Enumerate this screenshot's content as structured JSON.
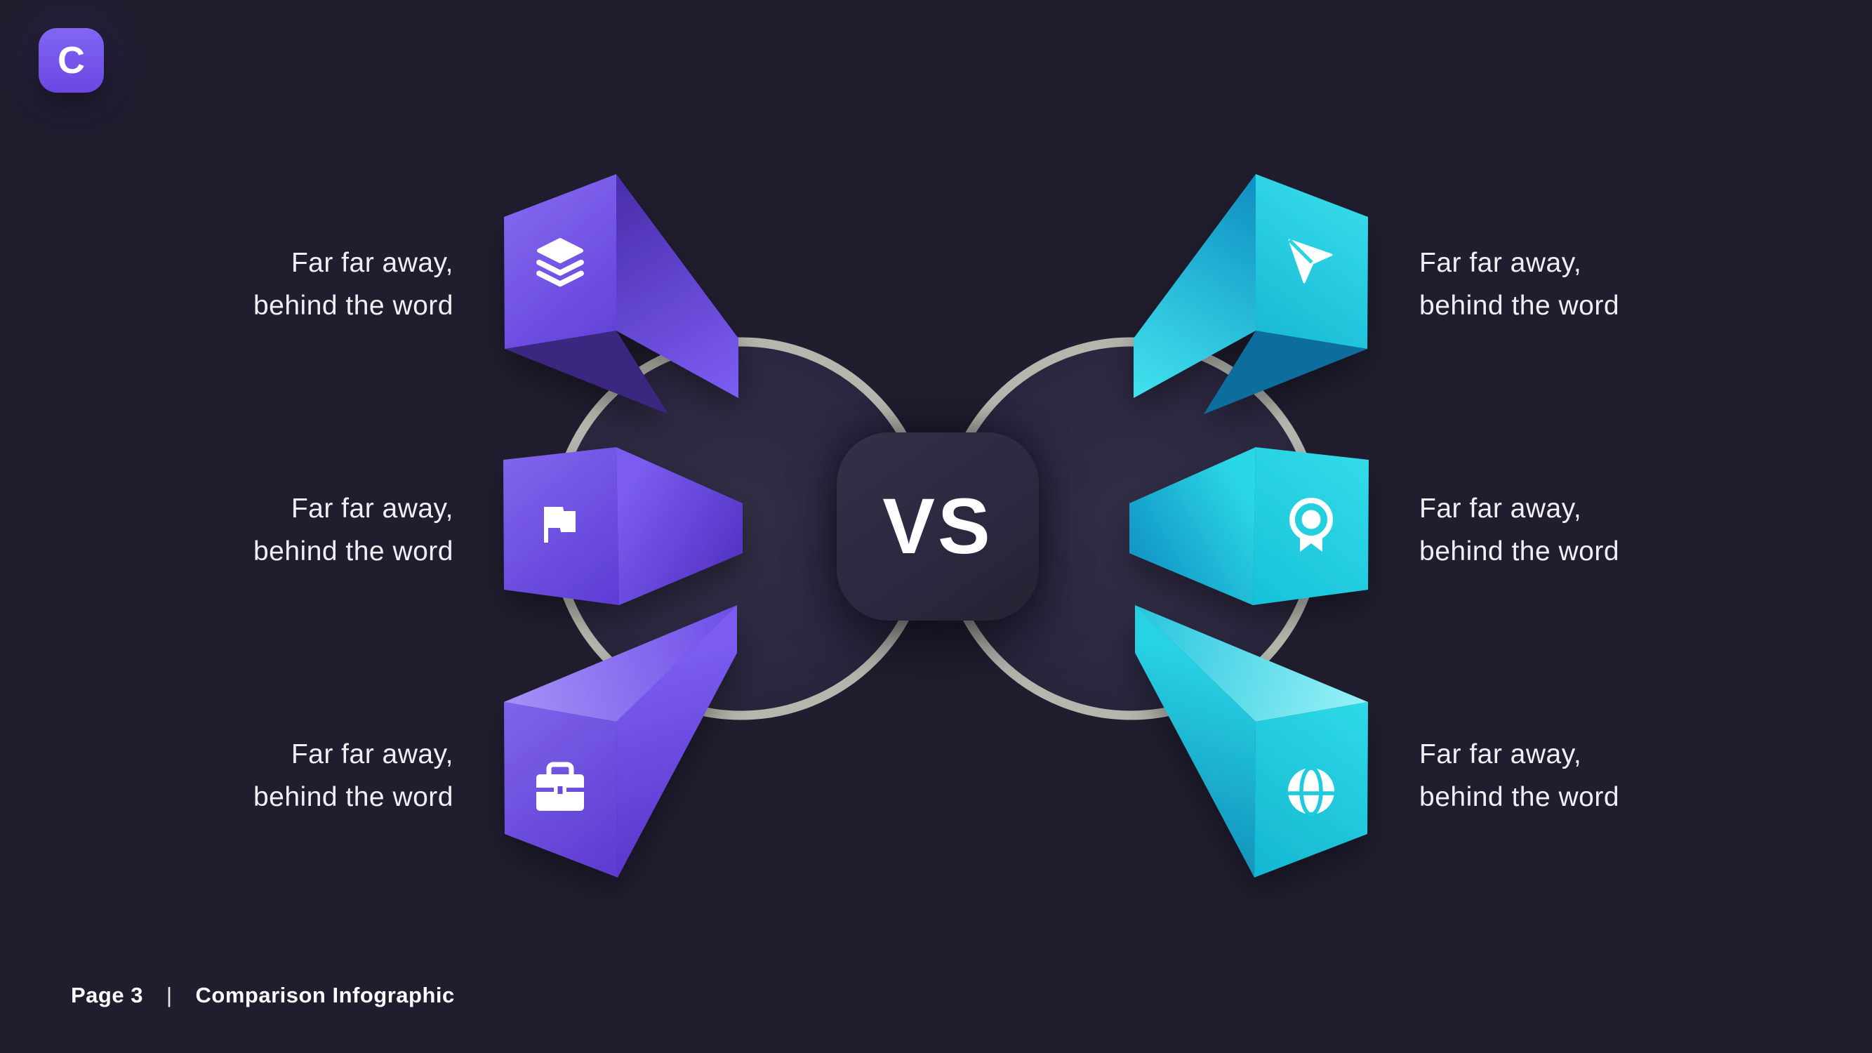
{
  "page": {
    "background": "#201d2f"
  },
  "logo": {
    "letter": "C",
    "accent": "#7557ee"
  },
  "versus": {
    "label": "VS"
  },
  "colors": {
    "purple_accent": "#6a48e4",
    "cyan_accent": "#1fcfe0",
    "circle_stroke": "#b5b6ad",
    "text": "#eef0f4"
  },
  "comparison": {
    "left": {
      "items": [
        {
          "icon": "layers-icon",
          "lines": [
            "Far far away,",
            "behind the word"
          ]
        },
        {
          "icon": "flag-icon",
          "lines": [
            "Far far away,",
            "behind the word"
          ]
        },
        {
          "icon": "briefcase-icon",
          "lines": [
            "Far far away,",
            "behind the word"
          ]
        }
      ]
    },
    "right": {
      "items": [
        {
          "icon": "send-icon",
          "lines": [
            "Far far away,",
            "behind the word"
          ]
        },
        {
          "icon": "award-icon",
          "lines": [
            "Far far away,",
            "behind the word"
          ]
        },
        {
          "icon": "globe-icon",
          "lines": [
            "Far far away,",
            "behind the word"
          ]
        }
      ]
    }
  },
  "footer": {
    "page_label": "Page 3",
    "separator": "|",
    "title": "Comparison Infographic"
  }
}
